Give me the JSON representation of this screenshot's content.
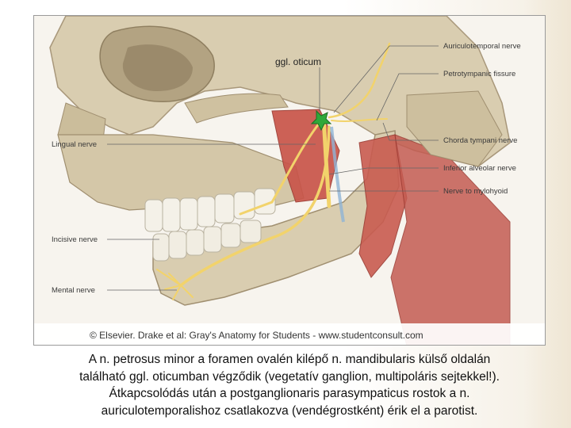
{
  "figure": {
    "labels": {
      "ggl_oticum": "ggl. oticum",
      "auriculotemporal": "Auriculotemporal nerve",
      "petrotympanic": "Petrotympanic fissure",
      "lingual": "Lingual nerve",
      "chorda_tympani": "Chorda tympani nerve",
      "inferior_alveolar": "Inferior alveolar nerve",
      "mylohyoid": "Nerve to mylohyoid",
      "incisive": "Incisive nerve",
      "mental": "Mental nerve"
    },
    "copyright": "© Elsevier. Drake et al: Gray's Anatomy for Students - www.studentconsult.com",
    "colors": {
      "bone": "#d9cdb0",
      "bone_shadow": "#b3a382",
      "nerve": "#f2d36b",
      "muscle": "#c9554a",
      "ganglion": "#2fa83a",
      "leader_line": "#666666"
    }
  },
  "caption": {
    "line1": "A n. petrosus minor a foramen ovalén kilépő n. mandibularis külső oldalán",
    "line2": "található ggl. oticumban végződik (vegetatív ganglion, multipoláris sejtekkel!).",
    "line3": "Átkapcsolódás után a postganglionaris parasympaticus rostok a n.",
    "line4": "auriculotemporalishoz csatlakozva (vendégrostként) érik el a parotist."
  }
}
